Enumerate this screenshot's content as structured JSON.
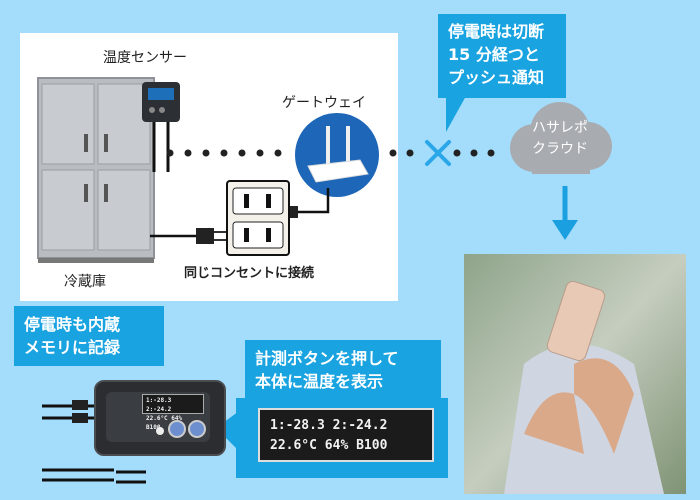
{
  "labels": {
    "sensor": "温度センサー",
    "gateway": "ゲートウェイ",
    "fridge": "冷蔵庫",
    "outlet": "同じコンセントに接続"
  },
  "callouts": {
    "outage_line1": "停電時は切断",
    "outage_line2": "15 分経つと",
    "outage_line3": "プッシュ通知",
    "memory_line1": "停電時も内蔵",
    "memory_line2": "メモリに記録",
    "display_line1": "計測ボタンを押して",
    "display_line2": "本体に温度を表示"
  },
  "cloud": {
    "line1": "ハサレポ",
    "line2": "クラウド"
  },
  "lcd_large": {
    "line1": "1:-28.3  2:-24.2",
    "line2": "22.6°C 64% B100"
  },
  "lcd_small": {
    "line1": "1:-28.3  2:-24.2",
    "line2": "22.6°C 64% B100"
  },
  "colors": {
    "background": "#a4dcfc",
    "callout": "#19a3e0",
    "cloud": "#a8acb0",
    "cross": "#2aa7e8",
    "arrow": "#1aa0e0"
  }
}
